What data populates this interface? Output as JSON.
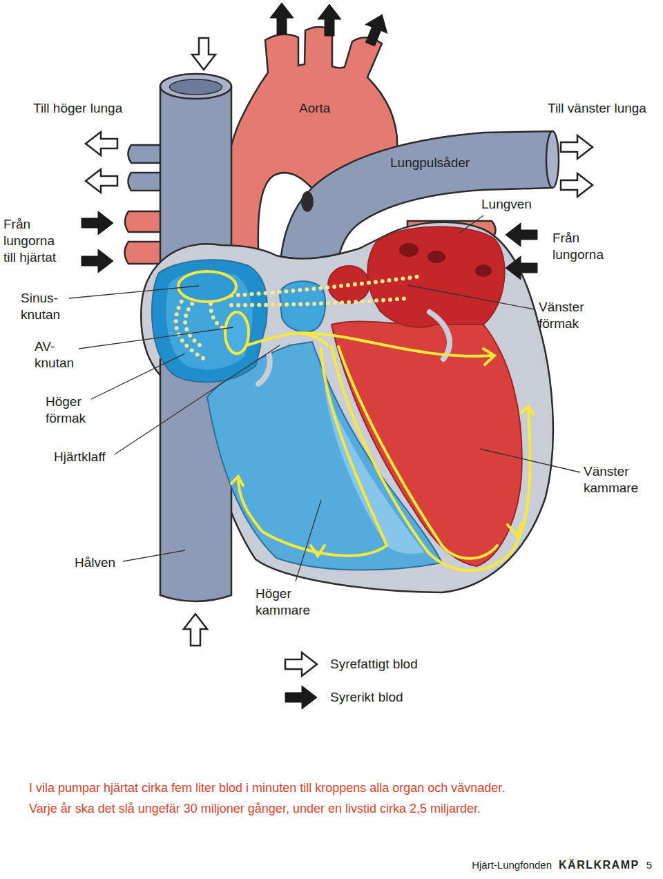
{
  "diagram": {
    "caption": "I vila pumpar hjärtat cirka fem liter blod i minuten till kroppens alla organ och vävnader. Varje år ska det slå ungefär 30 miljoner gånger, under en livstid cirka 2,5 miljarder.",
    "labels": [
      "Till höger lunga",
      "Aorta",
      "Till vänster lunga",
      "Lungpulsåder",
      "Från lungorna till hjärtat",
      "Lungven",
      "Från lungorna",
      "Sinus- knutan",
      "Vänster förmak",
      "AV- knutan",
      "Höger förmak",
      "Hjärtklaff",
      "Vänster kammare",
      "Hålven",
      "Höger kammare",
      "Hjärt-Lungfonden",
      "KÄRLKRAMP",
      "5"
    ],
    "legend": [
      {
        "text": "Syrefattigt blod"
      },
      {
        "text": "Syrerikt blod"
      }
    ]
  }
}
